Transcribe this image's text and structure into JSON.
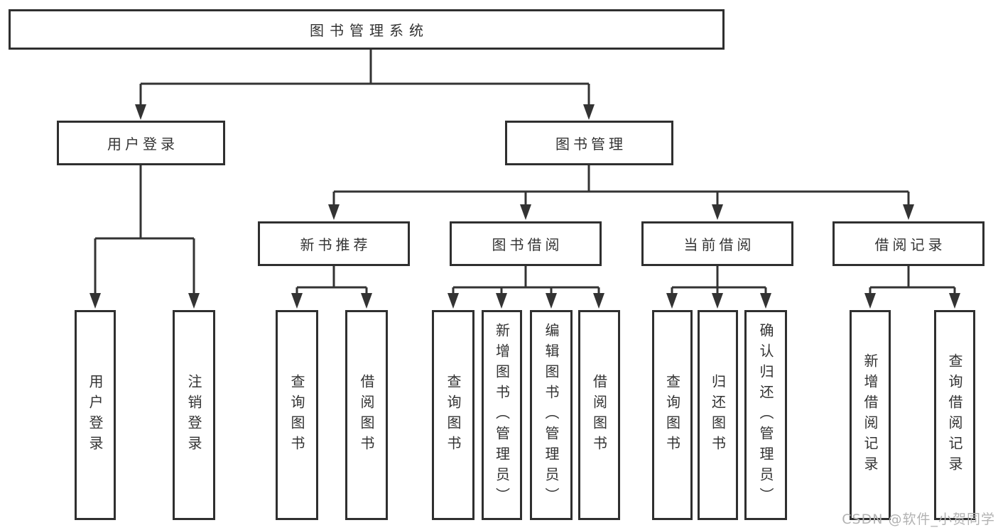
{
  "diagram": {
    "title": "图书管理系统",
    "level2": [
      {
        "label": "用户登录"
      },
      {
        "label": "图书管理"
      }
    ],
    "level3": [
      {
        "label": "新书推荐",
        "parent": "图书管理"
      },
      {
        "label": "图书借阅",
        "parent": "图书管理"
      },
      {
        "label": "当前借阅",
        "parent": "图书管理"
      },
      {
        "label": "借阅记录",
        "parent": "图书管理"
      }
    ],
    "leaves": [
      {
        "label": "用户登录",
        "parent": "用户登录"
      },
      {
        "label": "注销登录",
        "parent": "用户登录"
      },
      {
        "label": "查询图书",
        "parent": "新书推荐"
      },
      {
        "label": "借阅图书",
        "parent": "新书推荐"
      },
      {
        "label": "查询图书",
        "parent": "图书借阅"
      },
      {
        "label": "新增图书（管理员）",
        "parent": "图书借阅"
      },
      {
        "label": "编辑图书（管理员）",
        "parent": "图书借阅"
      },
      {
        "label": "借阅图书",
        "parent": "图书借阅"
      },
      {
        "label": "查询图书",
        "parent": "当前借阅"
      },
      {
        "label": "归还图书",
        "parent": "当前借阅"
      },
      {
        "label": "确认归还（管理员）",
        "parent": "当前借阅"
      },
      {
        "label": "新增借阅记录",
        "parent": "借阅记录"
      },
      {
        "label": "查询借阅记录",
        "parent": "借阅记录"
      }
    ]
  },
  "watermark": "CSDN @软件_小贺同学",
  "colors": {
    "line": "#333333",
    "border": "#2f2f2f",
    "text": "#333333",
    "background": "#ffffff",
    "watermark": "#b2b2b2"
  }
}
